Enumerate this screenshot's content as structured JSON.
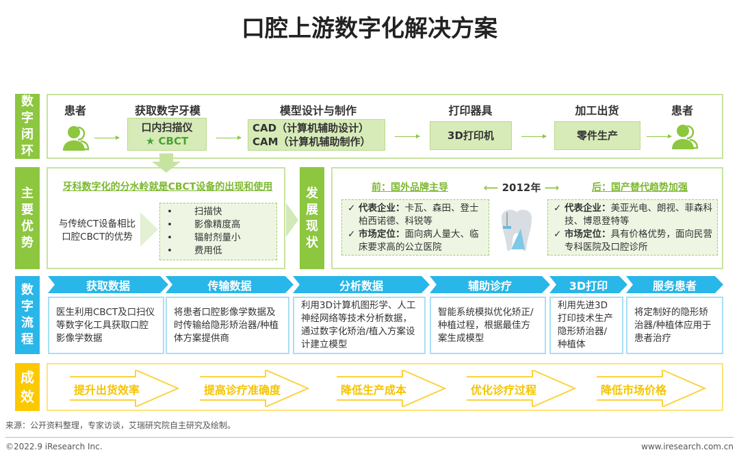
{
  "title": "口腔上游数字化解决方案",
  "rows": {
    "loop": "数字闭环",
    "advantage": "主要优势",
    "status": "发展现状",
    "flow": "数字流程",
    "effect": "成效"
  },
  "loop": {
    "headers": [
      "患者",
      "获取数字牙模",
      "模型设计与制作",
      "打印器具",
      "加工出货",
      "患者"
    ],
    "scanner": "口内扫描仪",
    "cbct": "CBCT",
    "cad": "CAD（计算机辅助设计）",
    "cam": "CAM（计算机辅助制作）",
    "printer": "3D打印机",
    "parts": "零件生产"
  },
  "advantage": {
    "headline": "牙科数字化的分水岭就是CBCT设备的出现和使用",
    "compare_line1": "与传统CT设备相比",
    "compare_line2": "口腔CBCT的优势",
    "items": [
      "扫描快",
      "影像精度高",
      "辐射剂量小",
      "费用低"
    ]
  },
  "status": {
    "year": "2012年",
    "before_title": "前：国外品牌主导",
    "after_title": "后：国产替代趋势加强",
    "before": [
      {
        "label": "代表企业：",
        "text": "卡瓦、森田、登士柏西诺德、科锐等"
      },
      {
        "label": "市场定位：",
        "text": "面向病人量大、临床要求高的公立医院"
      }
    ],
    "after": [
      {
        "label": "代表企业：",
        "text": "美亚光电、朗视、菲森科技、博恩登特等"
      },
      {
        "label": "市场定位：",
        "text": "具有价格优势，面向民营专科医院及口腔诊所"
      }
    ]
  },
  "flow": [
    {
      "step": "获取数据",
      "desc": "医生利用CBCT及口扫仪等数字化工具获取口腔影像学数据"
    },
    {
      "step": "传输数据",
      "desc": "将患者口腔影像学数据及时传输给隐形矫治器/种植体方案提供商"
    },
    {
      "step": "分析数据",
      "desc": "利用3D计算机图形学、人工神经网络等技术分析数据，通过数字化矫治/植入方案设计建立模型"
    },
    {
      "step": "辅助诊疗",
      "desc": "智能系统模拟优化矫正/种植过程，根据最佳方案生成模型"
    },
    {
      "step": "3D打印",
      "desc": "利用先进3D打印技术生产隐形矫治器/种植体"
    },
    {
      "step": "服务患者",
      "desc": "将定制好的隐形矫治器/种植体应用于患者治疗"
    }
  ],
  "effects": [
    "提升出货效率",
    "提高诊疗准确度",
    "降低生产成本",
    "优化诊疗过程",
    "降低市场价格"
  ],
  "source": "来源：公开资料整理，专家访谈，艾瑞研究院自主研究及绘制。",
  "copyright": "©2022.9 iResearch Inc.",
  "website": "www.iresearch.com.cn",
  "colors": {
    "green": "#8dc63f",
    "blue": "#29b6e8",
    "yellow": "#fcc800"
  }
}
